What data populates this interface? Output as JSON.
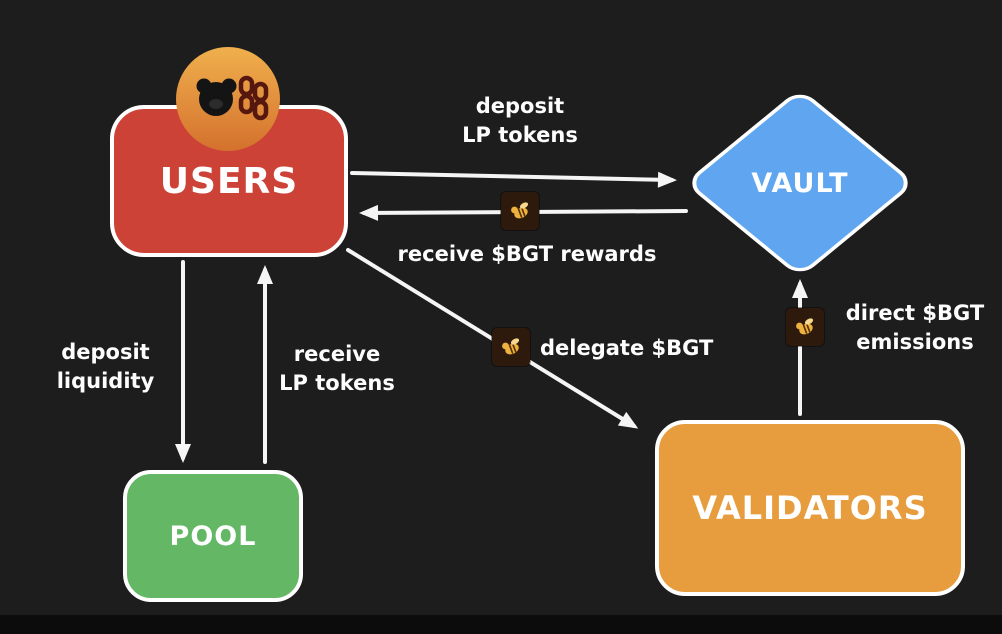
{
  "diagram": {
    "background_color": "#1d1d1d",
    "arrow_color": "#f5f5f5",
    "nodes": {
      "users": {
        "label": "USERS",
        "color": "#cd4237"
      },
      "vault": {
        "label": "VAULT",
        "color": "#60a5f0"
      },
      "pool": {
        "label": "POOL",
        "color": "#63b765"
      },
      "validators": {
        "label": "VALIDATORS",
        "color": "#e79d3d"
      }
    },
    "edges": {
      "users_to_vault": {
        "from": "USERS",
        "to": "VAULT",
        "lines": [
          "deposit",
          "LP tokens"
        ]
      },
      "vault_to_users": {
        "from": "VAULT",
        "to": "USERS",
        "lines": [
          "receive $BGT rewards"
        ],
        "icon": "bgt-token"
      },
      "users_to_pool": {
        "from": "USERS",
        "to": "POOL",
        "lines": [
          "deposit",
          "liquidity"
        ]
      },
      "pool_to_users": {
        "from": "POOL",
        "to": "USERS",
        "lines": [
          "receive",
          "LP tokens"
        ]
      },
      "users_to_validators": {
        "from": "USERS",
        "to": "VALIDATORS",
        "lines": [
          "delegate $BGT"
        ],
        "icon": "bgt-token"
      },
      "validators_to_vault": {
        "from": "VALIDATORS",
        "to": "VAULT",
        "lines": [
          "direct $BGT",
          "emissions"
        ],
        "icon": "bgt-token"
      }
    },
    "icons": {
      "berachain_logo": "bear-and-chains-badge",
      "bgt_token": "gold-bee-on-dark-square",
      "bgt_gold_color": "#eeb33f"
    }
  }
}
